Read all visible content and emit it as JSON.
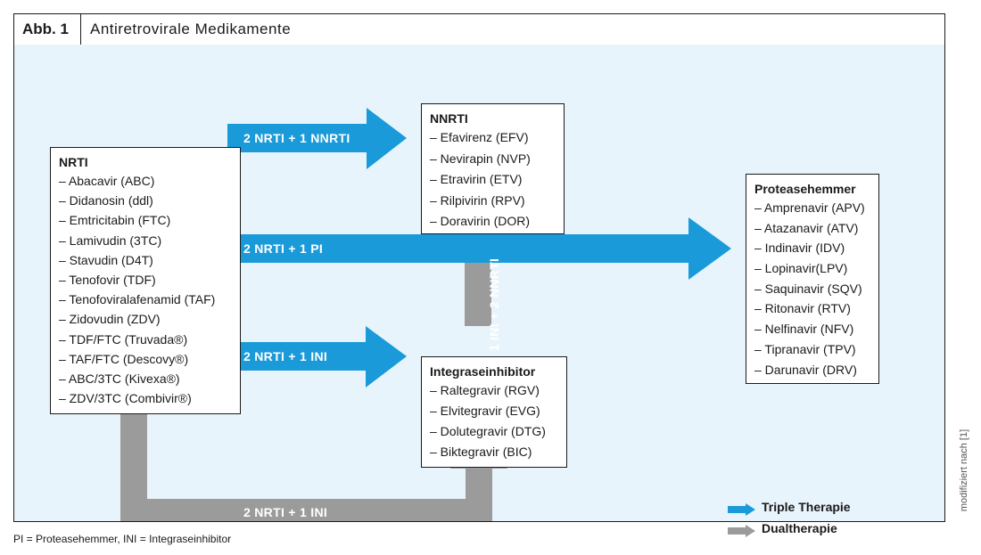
{
  "header": {
    "figure_label": "Abb. 1",
    "title": "Antiretrovirale Medikamente"
  },
  "boxes": {
    "nrti": {
      "title": "NRTI",
      "items": [
        "– Abacavir (ABC)",
        "– Didanosin (ddl)",
        "– Emtricitabin (FTC)",
        "– Lamivudin (3TC)",
        "– Stavudin (D4T)",
        "– Tenofovir (TDF)",
        "– Tenofoviralafenamid (TAF)",
        "– Zidovudin (ZDV)",
        "– TDF/FTC (Truvada®)",
        "– TAF/FTC (Descovy®)",
        "– ABC/3TC (Kivexa®)",
        "– ZDV/3TC (Combivir®)"
      ]
    },
    "nnrti": {
      "title": "NNRTI",
      "items": [
        "– Efavirenz (EFV)",
        "– Nevirapin (NVP)",
        "– Etravirin (ETV)",
        "– Rilpivirin (RPV)",
        "– Doravirin (DOR)"
      ]
    },
    "integrase": {
      "title": "Integraseinhibitor",
      "items": [
        "– Raltegravir (RGV)",
        "– Elvitegravir (EVG)",
        "– Dolutegravir (DTG)",
        "– Biktegravir (BIC)"
      ]
    },
    "protease": {
      "title": "Proteasehemmer",
      "items": [
        "– Amprenavir (APV)",
        "– Atazanavir (ATV)",
        "– Indinavir (IDV)",
        "– Lopinavir(LPV)",
        "– Saquinavir (SQV)",
        "– Ritonavir (RTV)",
        "– Nelfinavir (NFV)",
        "– Tipranavir (TPV)",
        "– Darunavir (DRV)"
      ]
    }
  },
  "arrows": {
    "to_nnrti": "2 NRTI + 1 NNRTI",
    "to_protease": "2 NRTI + 1 PI",
    "to_integrase": "2 NRTI + 1 INI",
    "dual_bottom": "2 NRTI + 1 INI",
    "dual_vertical": "1 INI + 2 NNRTI"
  },
  "legend": {
    "triple": "Triple Therapie",
    "dual": "Dualtherapie"
  },
  "colors": {
    "triple": "#1a9ad9",
    "dual": "#9b9b9b",
    "background": "#e8f4fb"
  },
  "footnote": "PI = Proteasehemmer, INI = Integraseinhibitor",
  "source": "modifiziert nach [1]"
}
